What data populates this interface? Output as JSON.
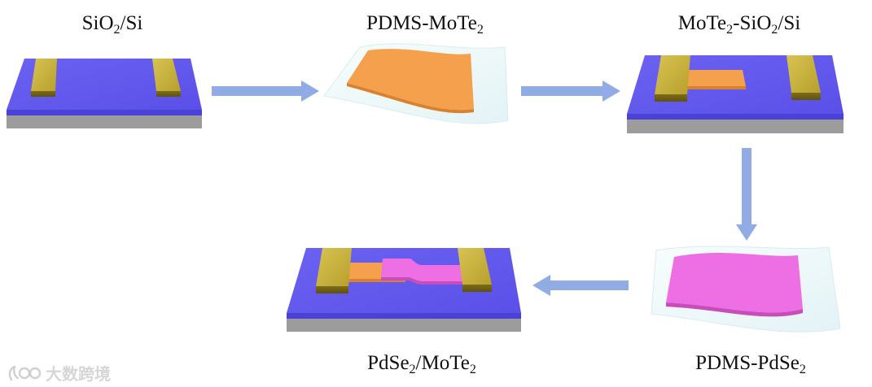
{
  "labels": {
    "step1": {
      "pre": "SiO",
      "sub1": "2",
      "mid": "/Si",
      "sub2": "",
      "post": ""
    },
    "step2": {
      "pre": "PDMS-MoTe",
      "sub1": "2",
      "mid": "",
      "sub2": "",
      "post": ""
    },
    "step3": {
      "pre": "MoTe",
      "sub1": "2",
      "mid": "-SiO",
      "sub2": "2",
      "post": "/Si"
    },
    "step4": {
      "pre": "PDMS-PdSe",
      "sub1": "2",
      "mid": "",
      "sub2": "",
      "post": ""
    },
    "step5": {
      "pre": "PdSe",
      "sub1": "2",
      "mid": "/MoTe",
      "sub2": "2",
      "post": ""
    }
  },
  "watermark": {
    "text": "大数跨境"
  },
  "colors": {
    "substrate_top": "#6a5ff0",
    "substrate_side": "#4e44d8",
    "silicon_base": "#9a9a9a",
    "electrode": "#c9b33e",
    "mote2": "#f6a14d",
    "pdse2": "#ee6fe3",
    "pdms_film": "#eaf6f8",
    "arrow": "#91ace4"
  }
}
